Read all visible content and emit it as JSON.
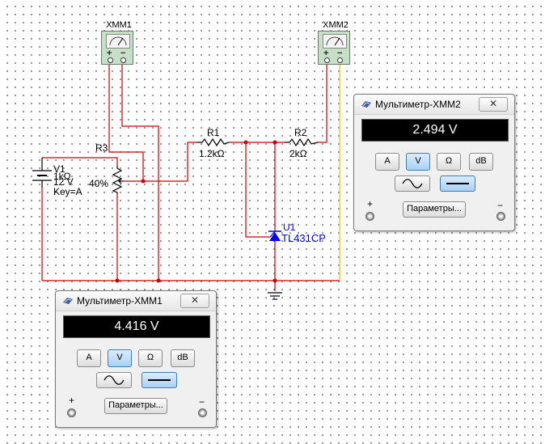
{
  "components": {
    "xmm1": {
      "name": "XMM1"
    },
    "xmm2": {
      "name": "XMM2"
    },
    "v1": {
      "name": "V1",
      "value": "12 V",
      "overlap": "1kΩ",
      "key": "Key=A"
    },
    "r3": {
      "name": "R3",
      "percent": "40%"
    },
    "r1": {
      "name": "R1",
      "value": "1.2kΩ"
    },
    "r2": {
      "name": "R2",
      "value": "2kΩ"
    },
    "u1": {
      "name": "U1",
      "part": "TL431CP"
    }
  },
  "multimeter1": {
    "title": "Мультиметр-XMM1",
    "close": "✕",
    "reading": "4.416 V",
    "buttons": [
      "A",
      "V",
      "Ω",
      "dB"
    ],
    "active_button": "V",
    "params": "Параметры...",
    "plus": "+",
    "minus": "−"
  },
  "multimeter2": {
    "title": "Мультиметр-XMM2",
    "close": "✕",
    "reading": "2.494 V",
    "buttons": [
      "A",
      "V",
      "Ω",
      "dB"
    ],
    "active_button": "V",
    "params": "Параметры...",
    "plus": "+",
    "minus": "−"
  },
  "colors": {
    "wire": "#cc0000",
    "wire_yellow": "#e6c000",
    "wire_black": "#000000",
    "label_blue": "#0000ff"
  }
}
